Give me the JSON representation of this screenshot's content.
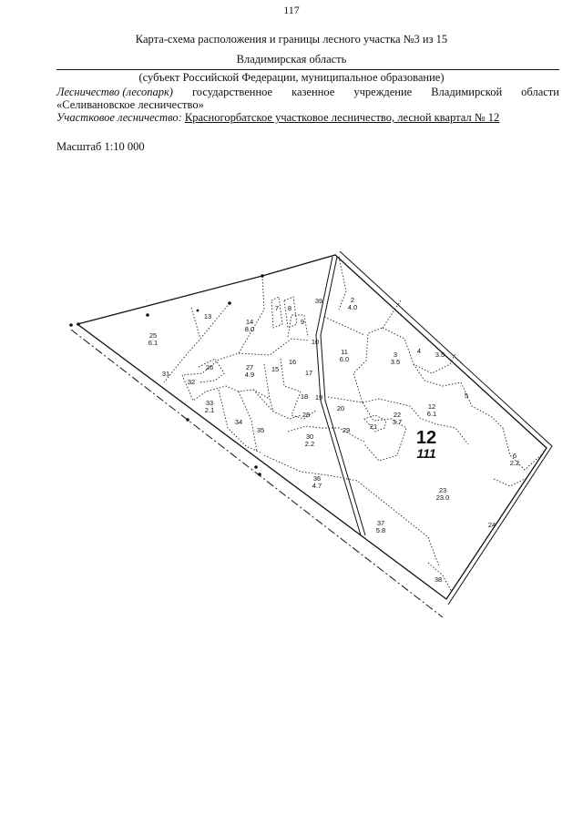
{
  "page_number": "117",
  "header": {
    "title": "Карта-схема расположения и границы лесного участка №3 из 15",
    "region": "Владимирская область",
    "subject_note": "(субъект Российской Федерации, муниципальное образование)"
  },
  "forestry": {
    "label": "Лесничество (лесопарк)",
    "value_words": [
      "государственное",
      "казенное",
      "учреждение",
      "Владимирской",
      "области"
    ],
    "value_line2": "«Селивановское лесничество»"
  },
  "district": {
    "label": "Участковое лесничество:",
    "value": "Красногорбатское участковое лесничество, лесной квартал № 12"
  },
  "scale": "Масштаб 1:10 000",
  "map": {
    "quarter_number": "12",
    "quarter_area": "111",
    "plots": [
      {
        "num": "2",
        "area": "4.0"
      },
      {
        "num": "3",
        "area": "3.5"
      },
      {
        "num": "4",
        "area": ""
      },
      {
        "num": "",
        "area": "3.5"
      },
      {
        "num": "5",
        "area": ""
      },
      {
        "num": "6",
        "area": "2.2"
      },
      {
        "num": "7",
        "area": ""
      },
      {
        "num": "8",
        "area": ""
      },
      {
        "num": "9",
        "area": ""
      },
      {
        "num": "10",
        "area": ""
      },
      {
        "num": "11",
        "area": "6.0"
      },
      {
        "num": "12",
        "area": "6.1"
      },
      {
        "num": "13",
        "area": ""
      },
      {
        "num": "14",
        "area": "8.0"
      },
      {
        "num": "15",
        "area": ""
      },
      {
        "num": "16",
        "area": ""
      },
      {
        "num": "17",
        "area": ""
      },
      {
        "num": "18",
        "area": ""
      },
      {
        "num": "19",
        "area": ""
      },
      {
        "num": "20",
        "area": ""
      },
      {
        "num": "21",
        "area": ""
      },
      {
        "num": "22",
        "area": "3.7"
      },
      {
        "num": "23",
        "area": "23.0"
      },
      {
        "num": "24",
        "area": ""
      },
      {
        "num": "25",
        "area": "6.1"
      },
      {
        "num": "26",
        "area": ""
      },
      {
        "num": "27",
        "area": "4.9"
      },
      {
        "num": "28",
        "area": ""
      },
      {
        "num": "29",
        "area": ""
      },
      {
        "num": "30",
        "area": "2.2"
      },
      {
        "num": "31",
        "area": ""
      },
      {
        "num": "32",
        "area": ""
      },
      {
        "num": "33",
        "area": "2.1"
      },
      {
        "num": "34",
        "area": ""
      },
      {
        "num": "35",
        "area": ""
      },
      {
        "num": "36",
        "area": "4.7"
      },
      {
        "num": "37",
        "area": "5.8"
      },
      {
        "num": "38",
        "area": ""
      },
      {
        "num": "39",
        "area": ""
      }
    ]
  }
}
